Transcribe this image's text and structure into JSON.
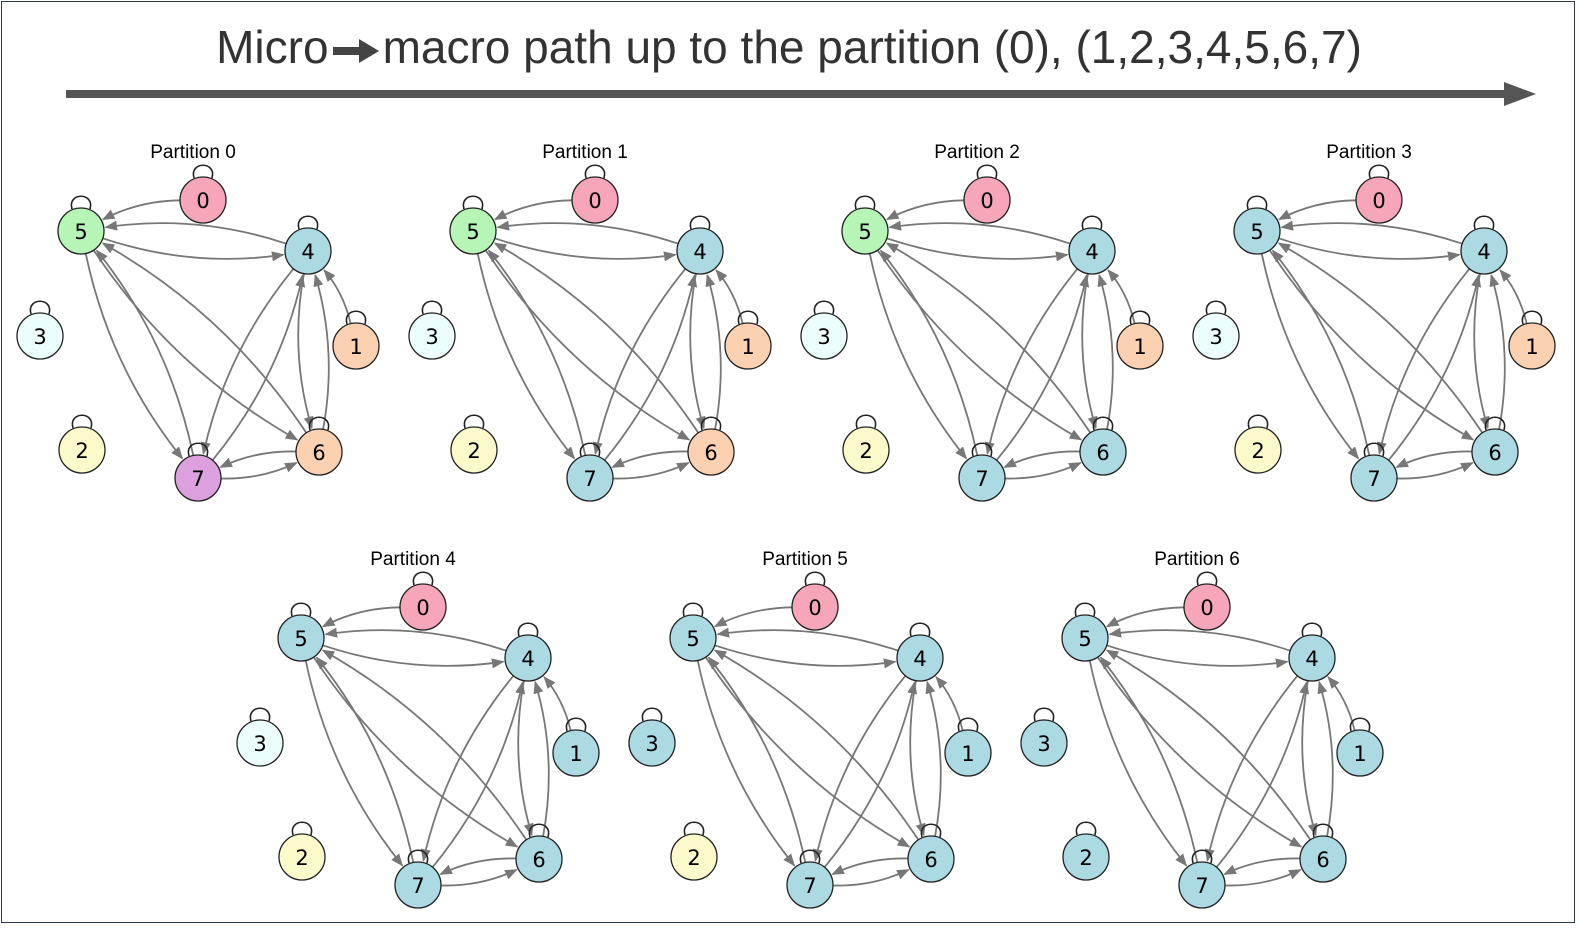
{
  "title": {
    "prefix": "Micro",
    "suffix": "macro path up to the partition (0), (1,2,3,4,5,6,7)"
  },
  "colors": {
    "edge": "#777777",
    "node_stroke": "#222222",
    "pink": "#f6a6b8",
    "green": "#b6f5b6",
    "blue": "#acdae3",
    "orange": "#fbd1b2",
    "cyan": "#ebfdfd",
    "yellow": "#fcf9cb",
    "purple": "#dba0dd"
  },
  "nodes": [
    "0",
    "1",
    "2",
    "3",
    "4",
    "5",
    "6",
    "7"
  ],
  "edges": [
    [
      "0",
      "5"
    ],
    [
      "4",
      "5"
    ],
    [
      "5",
      "4"
    ],
    [
      "4",
      "7"
    ],
    [
      "7",
      "4"
    ],
    [
      "5",
      "7"
    ],
    [
      "7",
      "5"
    ],
    [
      "5",
      "6"
    ],
    [
      "6",
      "5"
    ],
    [
      "6",
      "4"
    ],
    [
      "4",
      "6"
    ],
    [
      "1",
      "4"
    ],
    [
      "6",
      "7"
    ],
    [
      "7",
      "6"
    ]
  ],
  "partitions": [
    {
      "title": "Partition 0",
      "node_colors": [
        "pink",
        "orange",
        "yellow",
        "cyan",
        "blue",
        "green",
        "orange",
        "purple"
      ]
    },
    {
      "title": "Partition 1",
      "node_colors": [
        "pink",
        "orange",
        "yellow",
        "cyan",
        "blue",
        "green",
        "orange",
        "blue"
      ]
    },
    {
      "title": "Partition 2",
      "node_colors": [
        "pink",
        "orange",
        "yellow",
        "cyan",
        "blue",
        "green",
        "blue",
        "blue"
      ]
    },
    {
      "title": "Partition 3",
      "node_colors": [
        "pink",
        "orange",
        "yellow",
        "cyan",
        "blue",
        "blue",
        "blue",
        "blue"
      ]
    },
    {
      "title": "Partition 4",
      "node_colors": [
        "pink",
        "blue",
        "yellow",
        "cyan",
        "blue",
        "blue",
        "blue",
        "blue"
      ]
    },
    {
      "title": "Partition 5",
      "node_colors": [
        "pink",
        "blue",
        "yellow",
        "blue",
        "blue",
        "blue",
        "blue",
        "blue"
      ]
    },
    {
      "title": "Partition 6",
      "node_colors": [
        "pink",
        "blue",
        "blue",
        "blue",
        "blue",
        "blue",
        "blue",
        "blue"
      ]
    }
  ]
}
